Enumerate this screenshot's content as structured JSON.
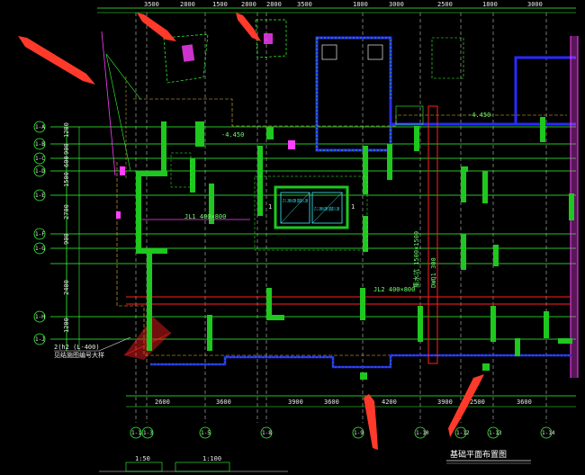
{
  "drawing": {
    "title": "基础平面布置图",
    "scale_note": "1:100",
    "left_note_line1": "2(h2 (L-400)",
    "left_note_line2": "见结施图编号大样",
    "bottom_note": "1:50"
  },
  "axes": {
    "bottom": [
      "1-1",
      "1-3",
      "1-5",
      "1-8",
      "1-9",
      "1-10",
      "1-12",
      "1-13",
      "1-14"
    ],
    "left": [
      "1-A",
      "1-B",
      "1-C",
      "1-D",
      "1-E",
      "1-F",
      "1-G",
      "1-H",
      "1-J"
    ]
  },
  "dims_top": [
    "3500",
    "2800",
    "1500",
    "2800",
    "2800",
    "3500",
    "1800",
    "3000",
    "2500",
    "1800",
    "3000"
  ],
  "dims_bottom": [
    "2600",
    "3600",
    "3900",
    "3600",
    "4200",
    "3900",
    "2500",
    "3600"
  ],
  "dims_left": [
    "1200",
    "900",
    "600",
    "1500",
    "2700",
    "900",
    "2400",
    "1200"
  ],
  "elevator": {
    "car_left": "LT-1 2000×2300 底标高-5.200",
    "car_right": "LT-2 2000×2300 底标高-5.200",
    "tag_left": "1",
    "tag_right": "1"
  },
  "labels": {
    "slab_a": "-4.450",
    "slab_b": "-4.450",
    "beam_a": "JL1 400×800",
    "beam_b": "JL2 400×800",
    "pit": "集水坑 1500×1500",
    "wall": "DWQ1 300"
  },
  "colors": {
    "background": "#000000",
    "axis": "#35ff35",
    "wall": "#1ec81e",
    "slab": "#2a2aff",
    "dashed": "#e8c040",
    "accent": "#ff2020",
    "pink": "#ff40ff",
    "cyan": "#3cf0ff",
    "annotation_arrow": "#ff3a2a"
  }
}
